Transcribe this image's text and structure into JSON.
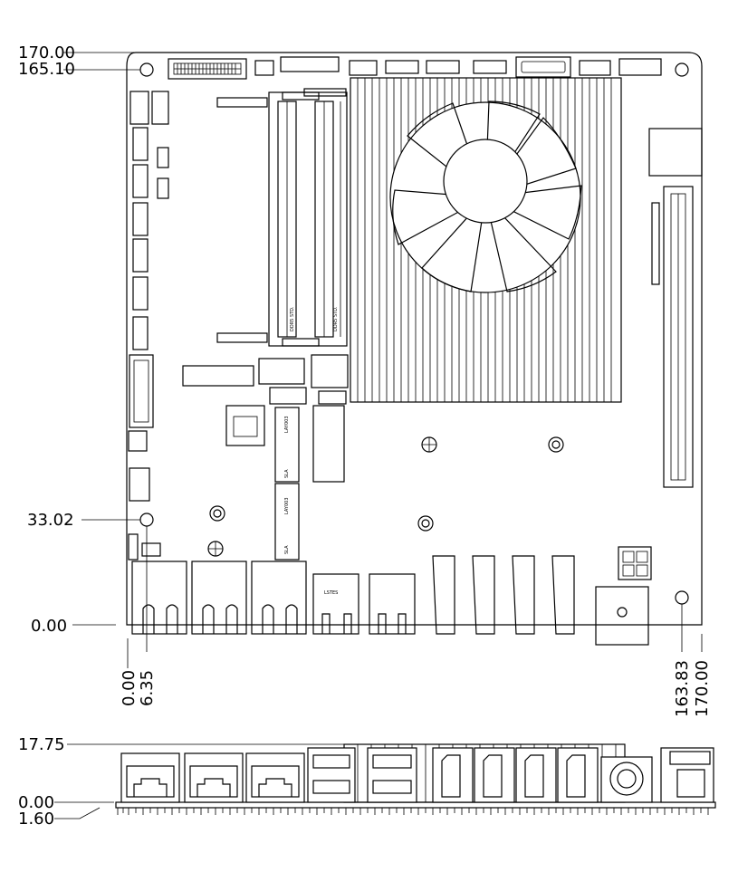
{
  "top_view": {
    "dimensions": {
      "y_top": "170.00",
      "y_hole_top": "165.10",
      "y_hole_bottom": "33.02",
      "y_origin": "0.00",
      "x_origin": "0.00",
      "x_hole_left": "6.35",
      "x_hole_right": "163.83",
      "x_right": "170.00"
    },
    "labels": {
      "ddr_a": "DDR5 STD.",
      "ddr_b": "DDR5 STD.",
      "m2_a_top": "LAY003",
      "m2_a_bot": "SLA",
      "m2_b_top": "LAY003",
      "m2_b_bot": "SLA",
      "usb_stack": "LSTES"
    }
  },
  "side_view": {
    "dimensions": {
      "height": "17.75",
      "base": "0.00",
      "pcb": "1.60"
    }
  }
}
